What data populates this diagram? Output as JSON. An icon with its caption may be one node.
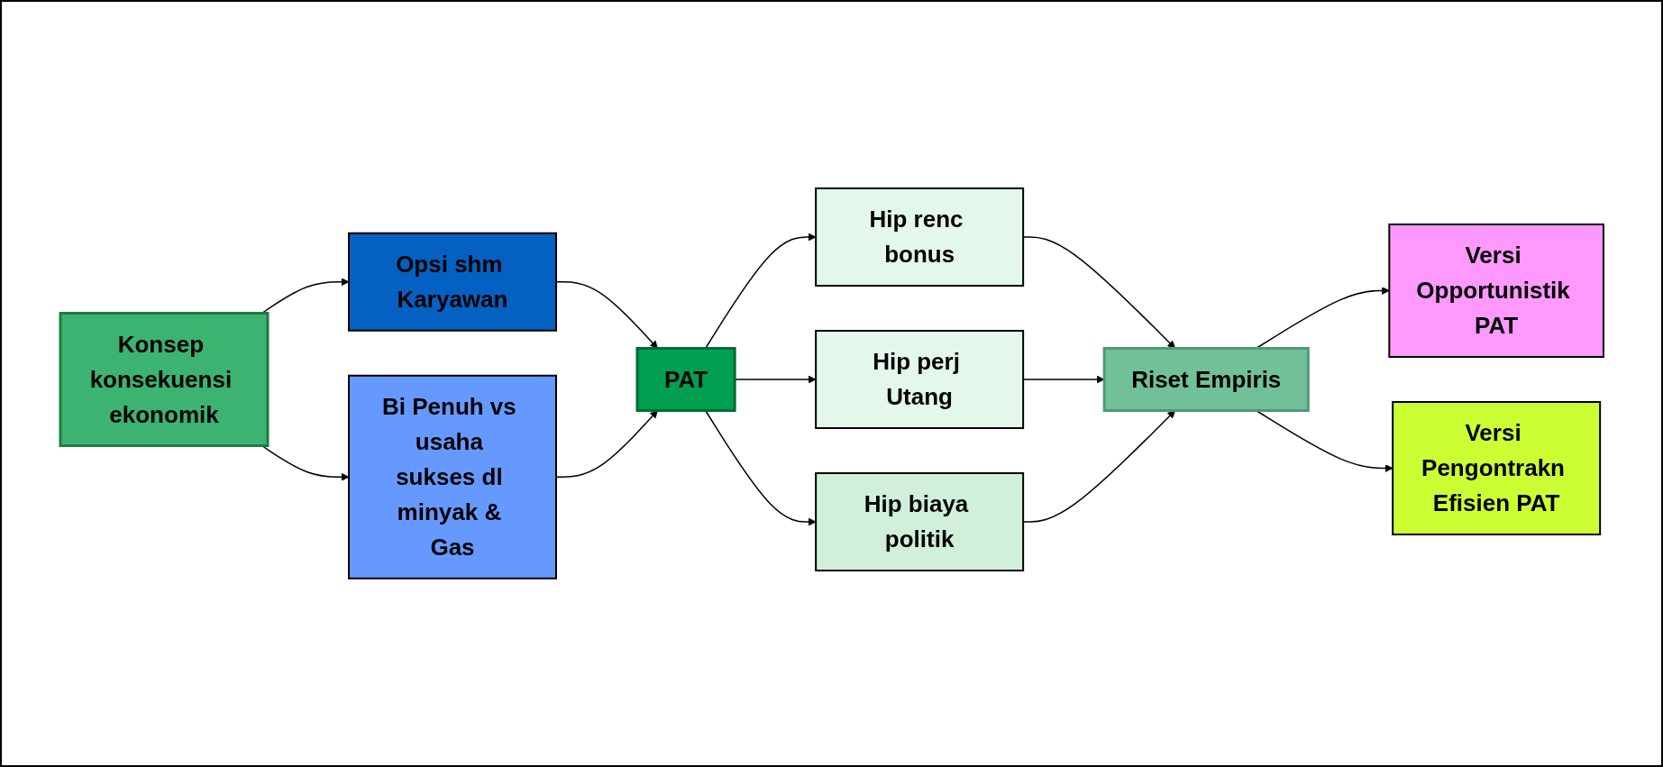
{
  "diagram": {
    "nodes": [
      {
        "text": [
          "Konsep konsekuensi ekonomik"
        ]
      },
      {
        "text": [
          "Opsi shm Karyawan"
        ]
      },
      {
        "text": [
          "Bi Penuh vs usaha sukses dl minyak & Gas"
        ]
      },
      {
        "text": [
          "PAT"
        ]
      },
      {
        "text": [
          "Hip renc bonus"
        ]
      },
      {
        "text": [
          "Hip perj Utang"
        ]
      },
      {
        "text": [
          "Hip biaya politik"
        ]
      },
      {
        "text": [
          "Riset Empiris"
        ]
      },
      {
        "text": [
          "Versi Opportunistik PAT"
        ]
      },
      {
        "text": [
          "Versi Pengontrakn Efisien PAT"
        ]
      }
    ],
    "edges": [
      {
        "from": 0,
        "to": 1,
        "arrow": "to"
      },
      {
        "from": 0,
        "to": 2,
        "arrow": "to"
      },
      {
        "from": 1,
        "to": 3,
        "arrow": "to"
      },
      {
        "from": 2,
        "to": 3,
        "arrow": "to"
      },
      {
        "from": 3,
        "to": 4,
        "arrow": "to"
      },
      {
        "from": 3,
        "to": 5,
        "arrow": "to"
      },
      {
        "from": 3,
        "to": 6,
        "arrow": "to"
      },
      {
        "from": 4,
        "to": 7,
        "arrow": "to"
      },
      {
        "from": 5,
        "to": 7,
        "arrow": "to"
      },
      {
        "from": 6,
        "to": 7,
        "arrow": "to"
      },
      {
        "from": 7,
        "to": 8,
        "arrow": "to"
      },
      {
        "from": 7,
        "to": 9,
        "arrow": "to"
      }
    ]
  }
}
